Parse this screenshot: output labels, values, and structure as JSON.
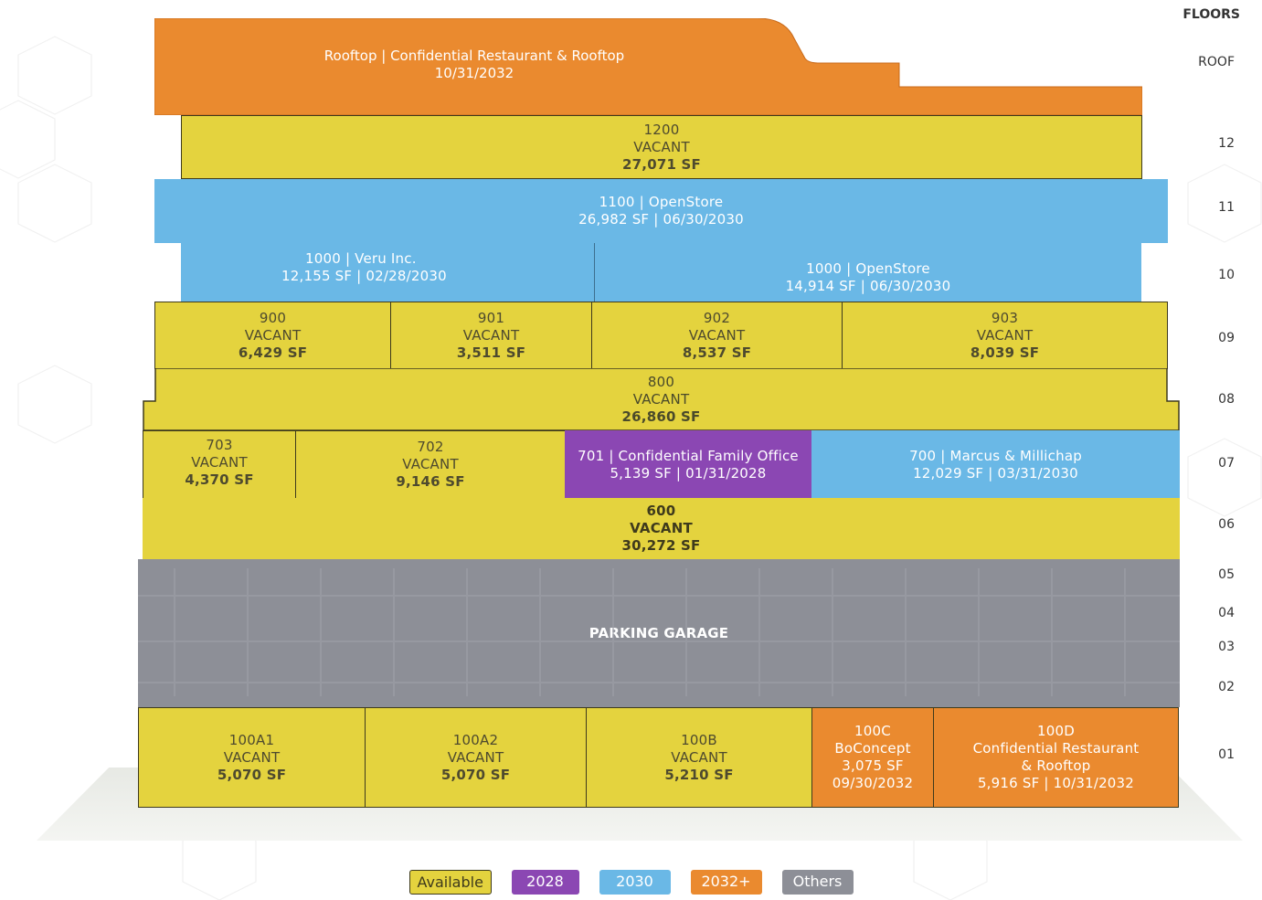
{
  "header": {
    "floors_title": "FLOORS"
  },
  "floors": [
    "ROOF",
    "12",
    "11",
    "10",
    "09",
    "08",
    "07",
    "06",
    "05",
    "04",
    "03",
    "02",
    "01"
  ],
  "rooftop": {
    "line1": "Rooftop | Confidential Restaurant & Rooftop",
    "line2": "10/31/2032"
  },
  "f12": {
    "u1200": {
      "suite": "1200",
      "status": "VACANT",
      "size": "27,071 SF"
    }
  },
  "f11": {
    "u1100": {
      "line1": "1100  |  OpenStore",
      "line2": "26,982 SF | 06/30/2030"
    }
  },
  "f10": {
    "veru": {
      "line1": "1000 | Veru Inc.",
      "line2": "12,155 SF | 02/28/2030"
    },
    "openstore": {
      "line1": "1000  |  OpenStore",
      "line2": "14,914 SF | 06/30/2030"
    }
  },
  "f09": {
    "u900": {
      "suite": "900",
      "status": "VACANT",
      "size": "6,429 SF"
    },
    "u901": {
      "suite": "901",
      "status": "VACANT",
      "size": "3,511 SF"
    },
    "u902": {
      "suite": "902",
      "status": "VACANT",
      "size": "8,537 SF"
    },
    "u903": {
      "suite": "903",
      "status": "VACANT",
      "size": "8,039 SF"
    }
  },
  "f08": {
    "u800": {
      "suite": "800",
      "status": "VACANT",
      "size": "26,860 SF"
    }
  },
  "f07": {
    "u703": {
      "suite": "703",
      "status": "VACANT",
      "size": "4,370 SF"
    },
    "u702": {
      "suite": "702",
      "status": "VACANT",
      "size": "9,146 SF"
    },
    "u701": {
      "line1": "701  | Confidential Family Office",
      "line2": "5,139 SF | 01/31/2028"
    },
    "u700": {
      "line1": "700  |  Marcus & Millichap",
      "line2": "12,029 SF | 03/31/2030"
    }
  },
  "f06": {
    "u600": {
      "suite": "600",
      "status": "VACANT",
      "size": "30,272 SF"
    }
  },
  "garage": {
    "label": "PARKING GARAGE"
  },
  "f01": {
    "u100a1": {
      "suite": "100A1",
      "status": "VACANT",
      "size": "5,070 SF"
    },
    "u100a2": {
      "suite": "100A2",
      "status": "VACANT",
      "size": "5,070 SF"
    },
    "u100b": {
      "suite": "100B",
      "status": "VACANT",
      "size": "5,210 SF"
    },
    "u100c": {
      "line1": "100C",
      "line2": "BoConcept",
      "line3": "3,075 SF",
      "line4": "09/30/2032"
    },
    "u100d": {
      "line1": "100D",
      "line2": "Confidential Restaurant",
      "line3": "& Rooftop",
      "line4": "5,916 SF  |  10/31/2032"
    }
  },
  "legend": [
    {
      "label": "Available",
      "color": "#e4d33e"
    },
    {
      "label": "2028",
      "color": "#8b47b3"
    },
    {
      "label": "2030",
      "color": "#6ab8e6"
    },
    {
      "label": "2032+",
      "color": "#ea8a2f"
    },
    {
      "label": "Others",
      "color": "#8d8f97"
    }
  ]
}
